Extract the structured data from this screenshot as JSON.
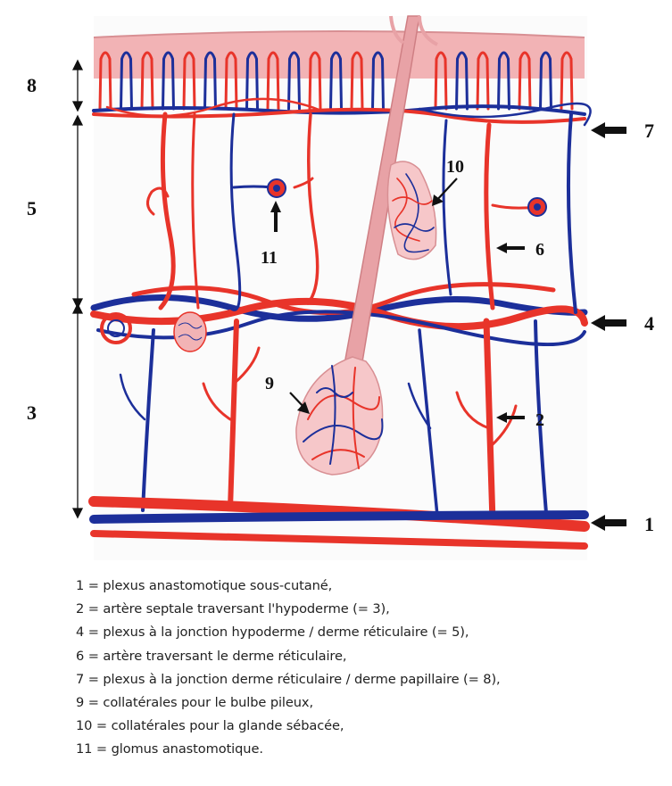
{
  "diagram": {
    "colors": {
      "artery": "#e8342a",
      "vein": "#1c2f9a",
      "epidermis": "#f2b3b5",
      "hair": "#e8a2a6",
      "dermis_bg": "#fbfbfb"
    },
    "labels": {
      "l1": "1",
      "l2": "2",
      "l3": "3",
      "l4": "4",
      "l5": "5",
      "l6": "6",
      "l7": "7",
      "l8": "8",
      "l9": "9",
      "l10": "10",
      "l11": "11"
    }
  },
  "legend": [
    "1 = plexus anastomotique sous-cutané,",
    "2 = artère septale traversant l'hypoderme (= 3),",
    "4 = plexus à la jonction hypoderme / derme réticulaire (= 5),",
    "6 = artère traversant le derme réticulaire,",
    "7 = plexus à la jonction derme réticulaire / derme papillaire (= 8),",
    "9 = collatérales pour le bulbe pileux,",
    "10 = collatérales pour la glande sébacée,",
    "11 = glomus anastomotique."
  ]
}
